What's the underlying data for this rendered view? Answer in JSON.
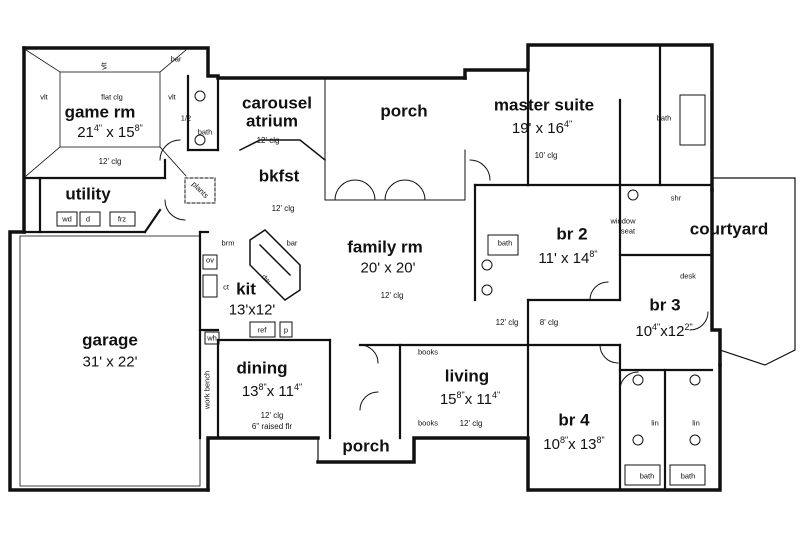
{
  "rooms": {
    "game_rm": {
      "name": "game rm",
      "dim_a": "21",
      "dim_a_in": "4\"",
      "dim_b": "x 15",
      "dim_b_in": "8\"",
      "ceiling": "12' clg"
    },
    "carousel_atrium": {
      "name_line1": "carousel",
      "name_line2": "atrium",
      "ceiling": "12' clg"
    },
    "porch_top": {
      "name": "porch"
    },
    "master_suite": {
      "name": "master suite",
      "dim_a": "19' x 16",
      "dim_a_in": "4\"",
      "ceiling": "10' clg"
    },
    "utility": {
      "name": "utility"
    },
    "bkfst": {
      "name": "bkfst",
      "ceiling": "12' clg"
    },
    "family_rm": {
      "name": "family rm",
      "dims": "20' x 20'",
      "ceiling": "12' clg"
    },
    "br2": {
      "name": "br 2",
      "dim_a": "11' x 14",
      "dim_a_in": "8\""
    },
    "courtyard": {
      "name": "courtyard"
    },
    "kit": {
      "name": "kit",
      "dims": "13'x12'"
    },
    "br3": {
      "name": "br 3",
      "dim_a": "10",
      "dim_a_in": "4\"",
      "dim_b": "x12",
      "dim_b_in": "2\""
    },
    "garage": {
      "name": "garage",
      "dims": "31' x 22'"
    },
    "dining": {
      "name": "dining",
      "dim_a": "13",
      "dim_a_in": "8\"",
      "dim_b": "x 11",
      "dim_b_in": "4\"",
      "ceiling": "12' clg",
      "note": "6\" raised flr"
    },
    "living": {
      "name": "living",
      "dim_a": "15",
      "dim_a_in": "8\"",
      "dim_b": "x 11",
      "dim_b_in": "4\"",
      "ceiling": "12' clg"
    },
    "br4": {
      "name": "br 4",
      "dim_a": "10",
      "dim_a_in": "8\"",
      "dim_b": "x 13",
      "dim_b_in": "8\""
    },
    "porch_bottom": {
      "name": "porch"
    }
  },
  "small_labels": {
    "bar_top": "bar",
    "vlt_top": "vlt",
    "flat_clg": "flat clg",
    "vlt_left": "vlt",
    "vlt_right": "vlt",
    "half_bath": "1/2",
    "bath_half": "bath",
    "plants": "plants",
    "wd": "wd",
    "d": "d",
    "frz": "frz",
    "brm": "brm",
    "bar_kit": "bar",
    "ov": "ov",
    "ct": "ct",
    "dw": "dw",
    "ref": "ref",
    "p": "p",
    "wh": "wh",
    "work_bench": "work bench",
    "bath_master": "bath",
    "shr": "shr",
    "window_seat_1": "window",
    "window_seat_2": "seat",
    "bath_br2": "bath",
    "desk": "desk",
    "clg_12": "12' clg",
    "clg_8": "8' clg",
    "books_top": "books",
    "books_bottom": "books",
    "lin_left": "lin",
    "lin_right": "lin",
    "bath_left": "bath",
    "bath_right": "bath"
  }
}
